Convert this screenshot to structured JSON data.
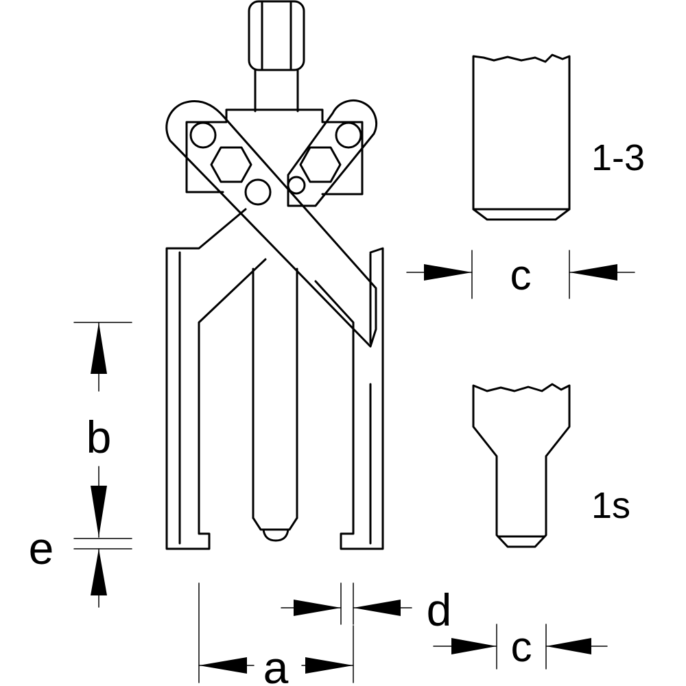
{
  "labels": {
    "a": "a",
    "b": "b",
    "c_top": "c",
    "c_bottom": "c",
    "d": "d",
    "e": "e",
    "variant_top": "1-3",
    "variant_bottom": "1s"
  },
  "colors": {
    "line": "#000000",
    "background": "#ffffff"
  }
}
